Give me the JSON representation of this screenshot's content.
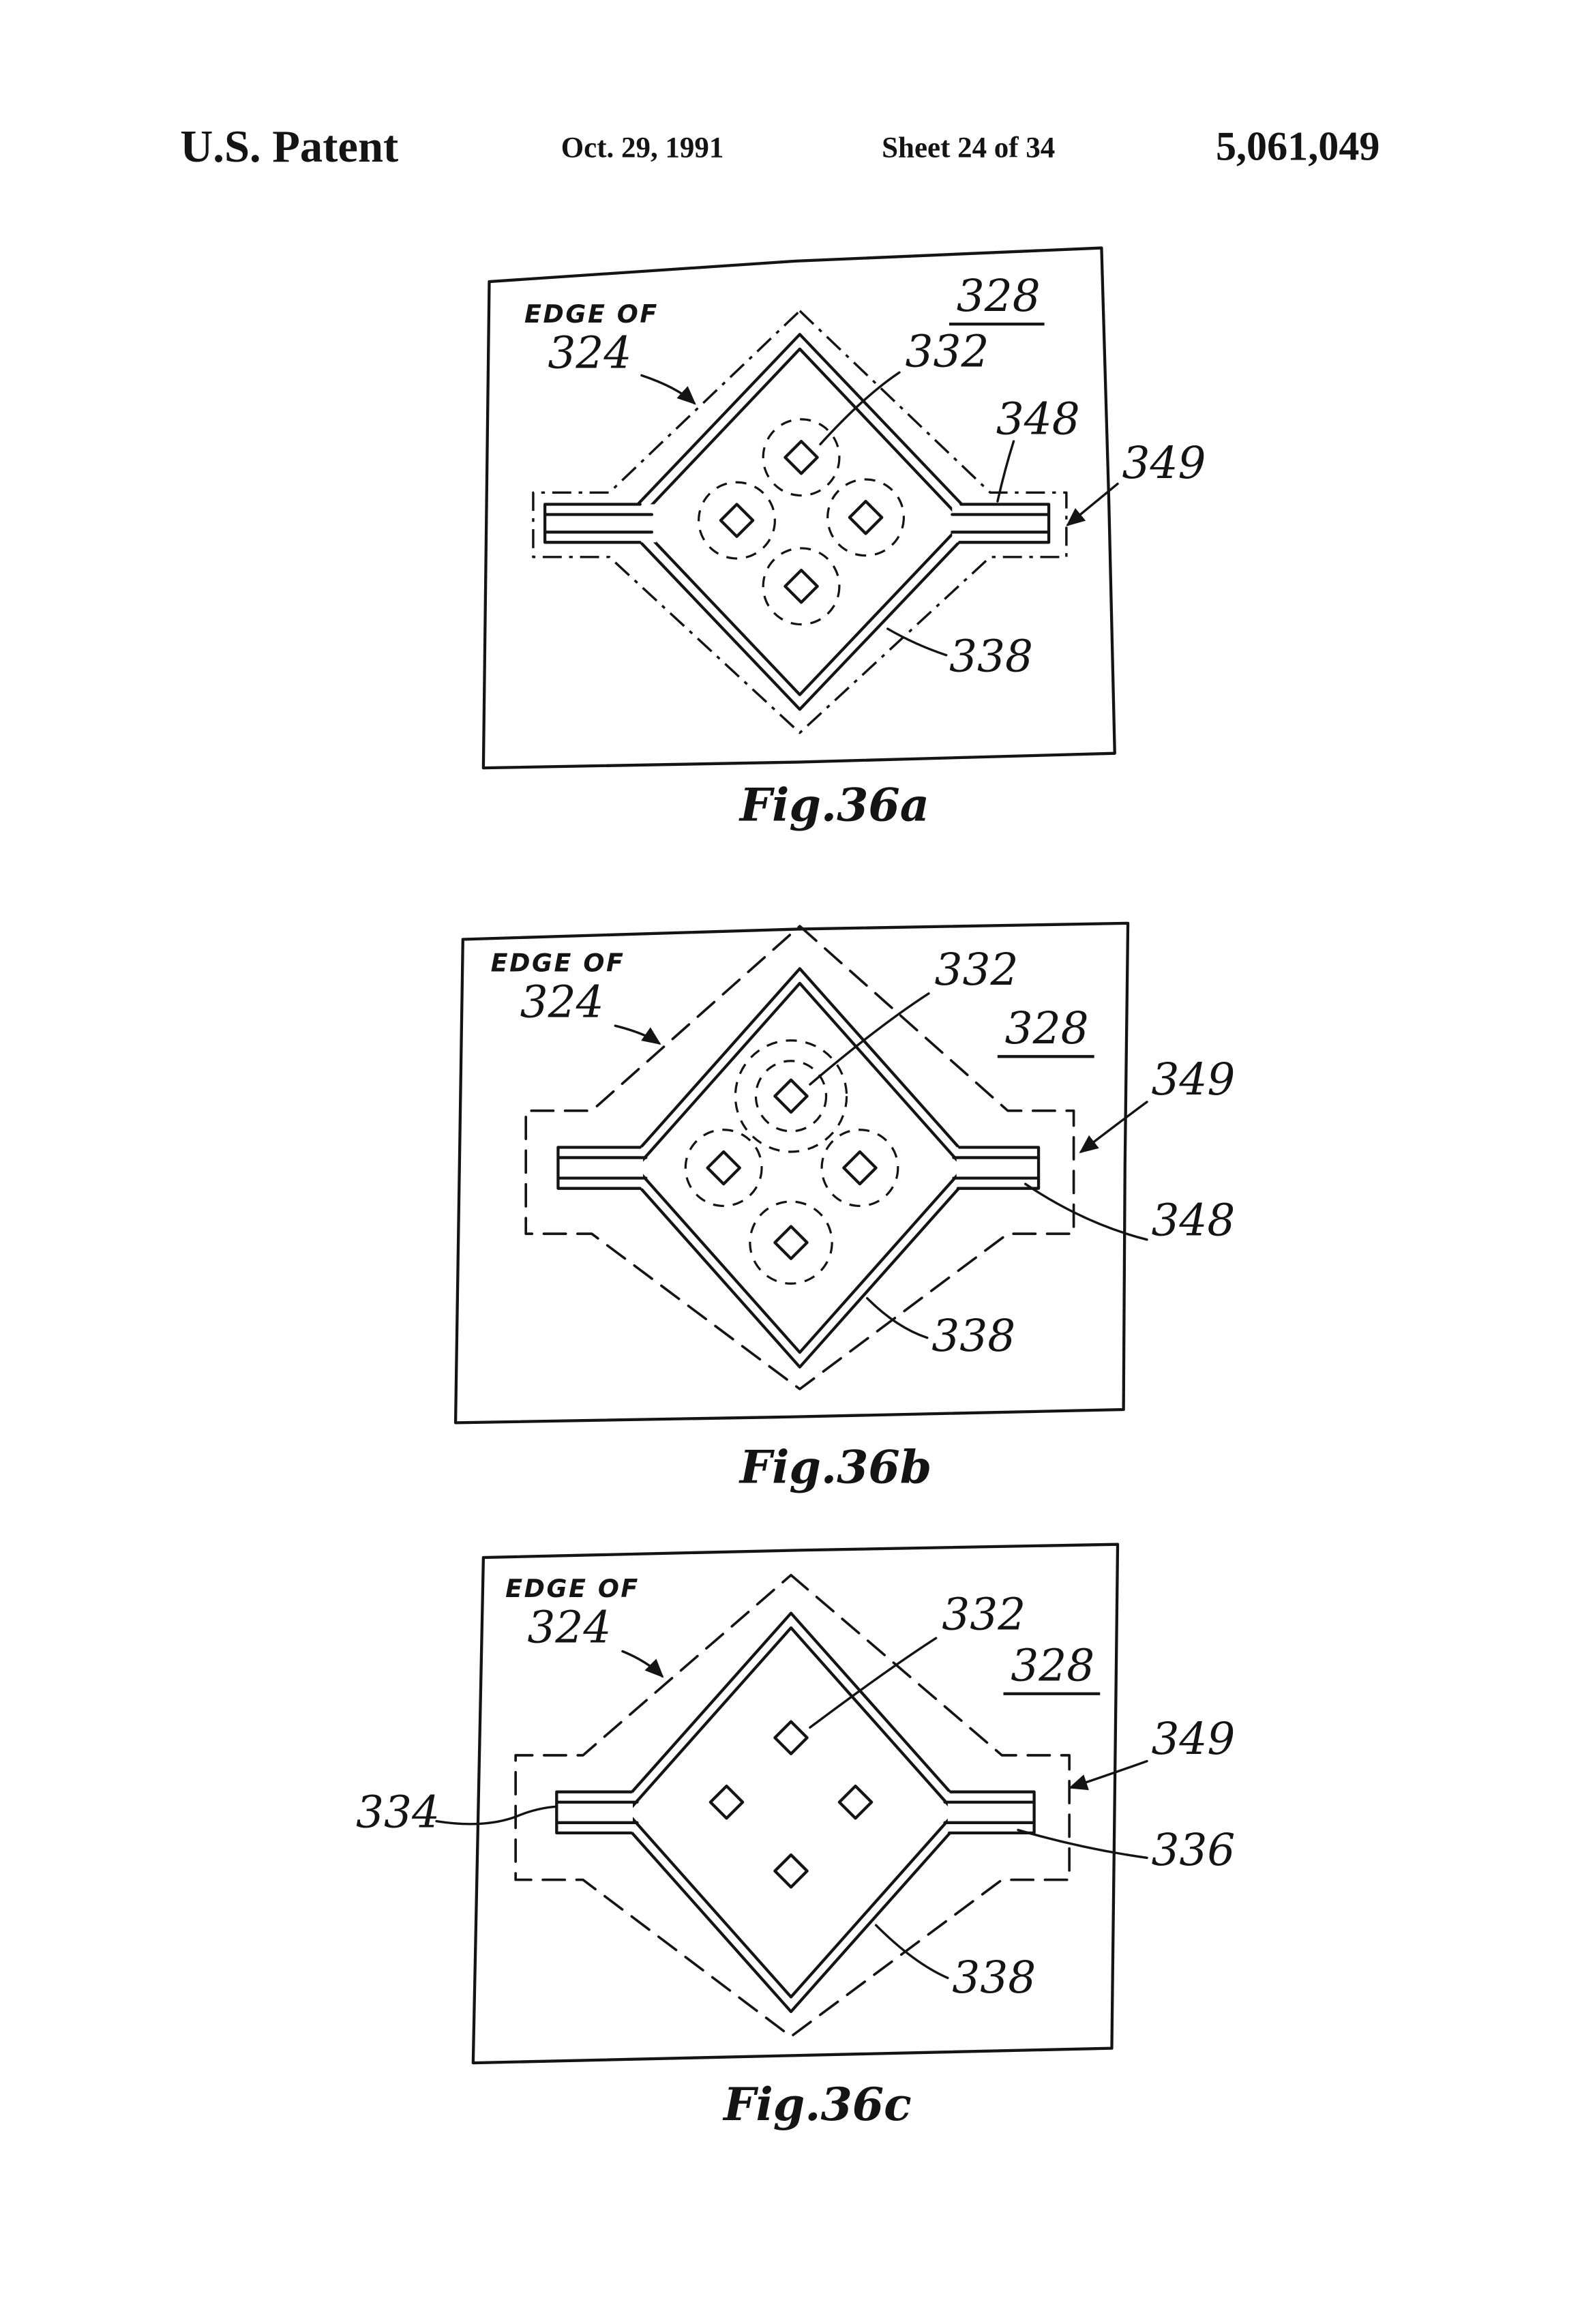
{
  "header": {
    "title": "U.S. Patent",
    "date": "Oct. 29, 1991",
    "sheet": "Sheet 24 of 34",
    "patent_number": "5,061,049"
  },
  "figures": [
    {
      "caption": "Fig.36a",
      "labels": {
        "edge_of": "EDGE OF",
        "ref324": "324",
        "ref328": "328",
        "ref332": "332",
        "ref348": "348",
        "ref349": "349",
        "ref338": "338"
      }
    },
    {
      "caption": "Fig.36b",
      "labels": {
        "edge_of": "EDGE OF",
        "ref324": "324",
        "ref328": "328",
        "ref332": "332",
        "ref348": "348",
        "ref349": "349",
        "ref338": "338"
      }
    },
    {
      "caption": "Fig.36c",
      "labels": {
        "edge_of": "EDGE OF",
        "ref324": "324",
        "ref328": "328",
        "ref332": "332",
        "ref334": "334",
        "ref336": "336",
        "ref349": "349",
        "ref338": "338"
      }
    }
  ]
}
